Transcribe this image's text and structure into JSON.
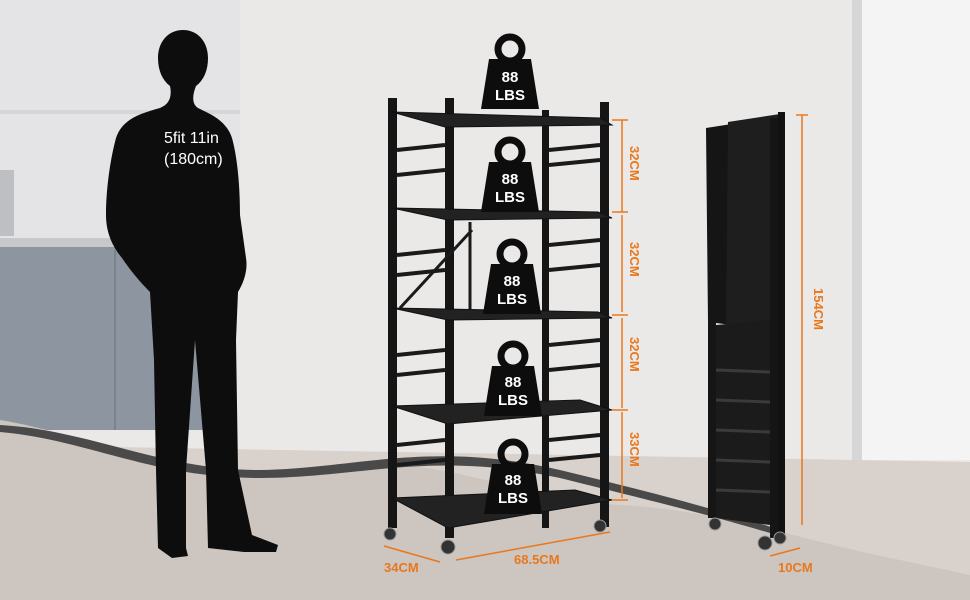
{
  "person": {
    "height_label_1": "5fit 11in",
    "height_label_2": "(180cm)"
  },
  "weights": [
    {
      "value": "88",
      "unit": "LBS"
    },
    {
      "value": "88",
      "unit": "LBS"
    },
    {
      "value": "88",
      "unit": "LBS"
    },
    {
      "value": "88",
      "unit": "LBS"
    },
    {
      "value": "88",
      "unit": "LBS"
    }
  ],
  "dimensions": {
    "tier_1": "32CM",
    "tier_2": "32CM",
    "tier_3": "32CM",
    "tier_4": "33CM",
    "width": "68.5CM",
    "depth": "34CM",
    "folded_height": "154CM",
    "folded_depth": "10CM"
  },
  "colors": {
    "dimension_accent": "#e8781e",
    "silhouette": "#0d0d0d",
    "wall": "#e9e7e6",
    "floor": "#d9d2cc"
  }
}
